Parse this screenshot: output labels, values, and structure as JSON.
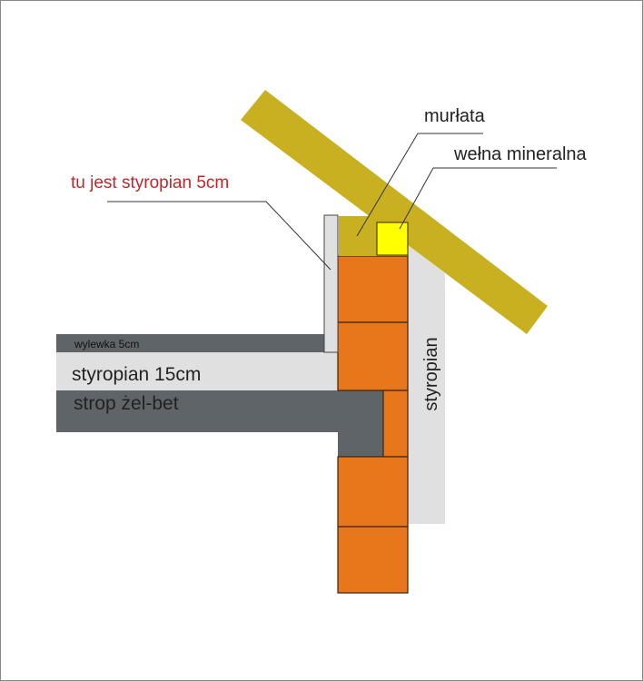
{
  "labels": {
    "red_note": "tu jest styropian 5cm",
    "murlata": "murłata",
    "welna": "wełna mineralna",
    "wylewka": "wylewka 5cm",
    "styropian_floor": "styropian 15cm",
    "strop": "strop żel-bet",
    "styropian_wall": "styropian"
  },
  "colors": {
    "rafter": "#c8b020",
    "wool": "#ffff00",
    "brick": "#e8761a",
    "concrete": "#5f6469",
    "insulation": "#e0e0e0",
    "red_text": "#c0272d"
  }
}
